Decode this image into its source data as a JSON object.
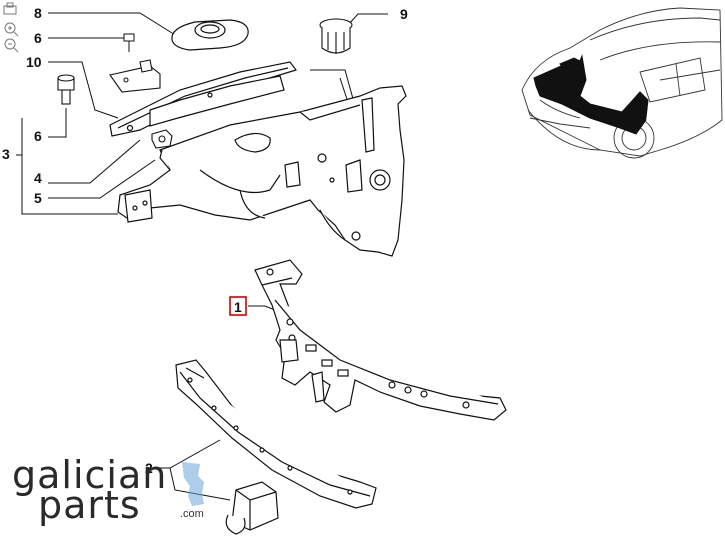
{
  "callouts": {
    "c8": "8",
    "c6a": "6",
    "c10": "10",
    "c6b": "6",
    "c3": "3",
    "c4": "4",
    "c5": "5",
    "c9": "9",
    "c1": "1",
    "c2": "2"
  },
  "brand": {
    "line1": "galician",
    "line2": "parts",
    "domain": ".com"
  },
  "icons": {
    "zoom_in": "zoom-in-icon",
    "zoom_out": "zoom-out-icon",
    "print": "print-icon"
  },
  "colors": {
    "highlight": "#d00000",
    "line": "#111111",
    "logo_accent": "#6aa6d8"
  }
}
